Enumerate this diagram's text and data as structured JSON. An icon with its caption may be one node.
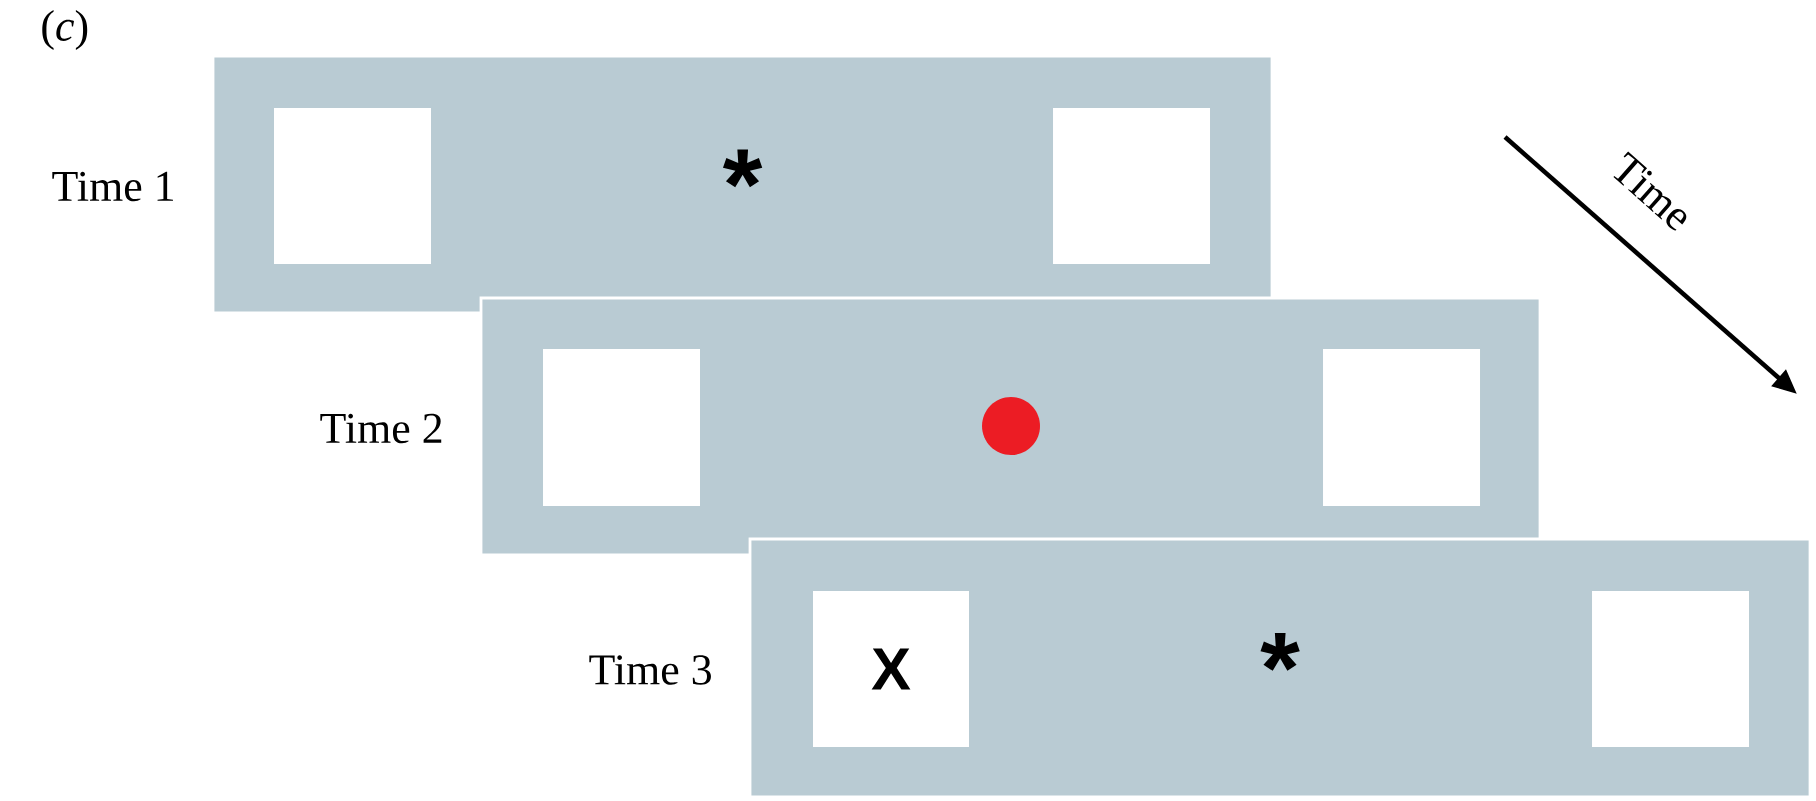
{
  "diagram": {
    "nodes": [
      {
        "text": [
          "*"
        ],
        "beside": [
          "Time 1"
        ]
      },
      {
        "text": [],
        "shape": "box",
        "in": 0
      },
      {
        "text": [],
        "shape": "box",
        "in": 0
      },
      {
        "text": [],
        "shape": "box",
        "beside": [
          "Time 2"
        ]
      },
      {
        "text": [],
        "shape": "box",
        "in": 3
      },
      {
        "text": [],
        "shape": "box",
        "in": 3
      },
      {
        "text": [],
        "shape": "circle",
        "in": 3
      },
      {
        "text": [
          "*"
        ],
        "beside": [
          "Time 3"
        ]
      },
      {
        "text": [
          "X"
        ],
        "in": 7
      },
      {
        "text": [],
        "shape": "box",
        "in": 7
      }
    ],
    "labels": [
      "(*c*)",
      "Time"
    ]
  }
}
